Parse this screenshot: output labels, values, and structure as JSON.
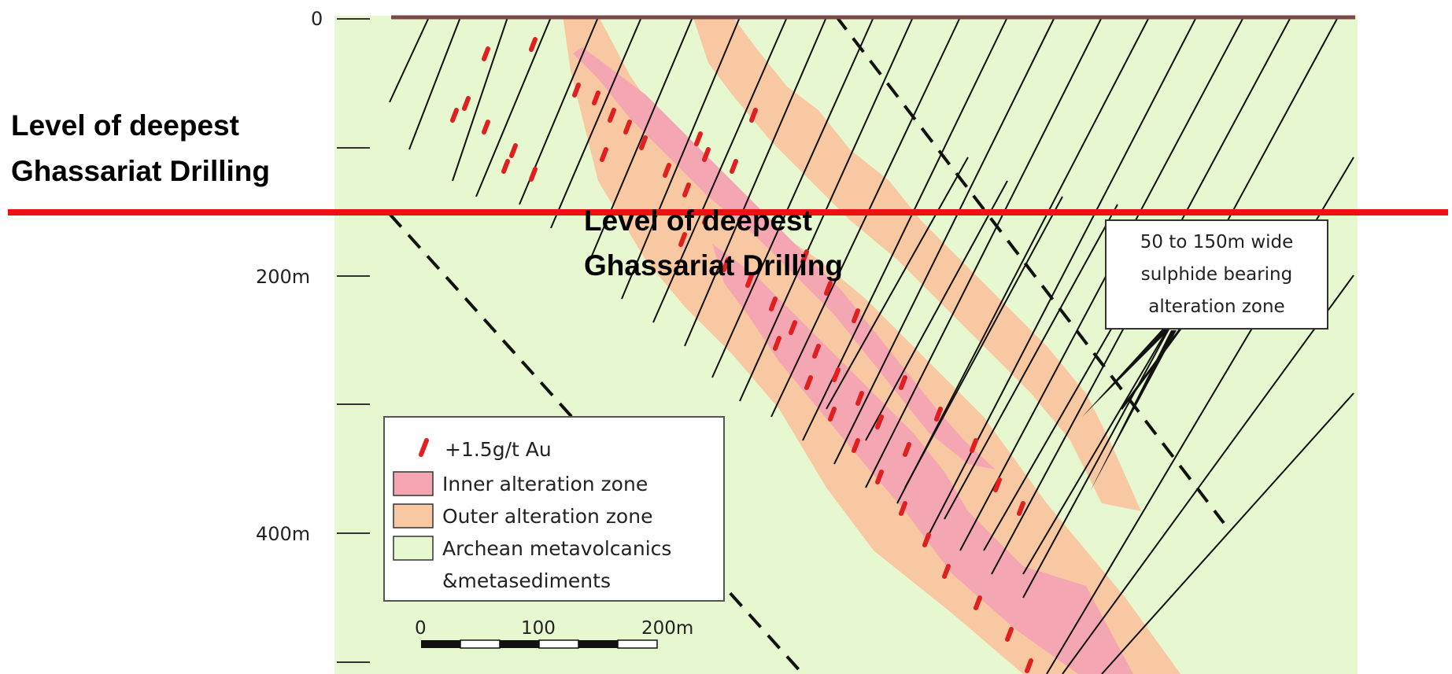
{
  "depth_axis": {
    "labels": [
      "0",
      "200m",
      "400m"
    ]
  },
  "overlay": {
    "level_label_line1": "Level of deepest",
    "level_label_line2": "Ghassariat Drilling",
    "level_line_color": "#ee1111"
  },
  "callout": {
    "line1": "50 to 150m wide",
    "line2": "sulphide bearing",
    "line3": "alteration zone"
  },
  "legend": {
    "items": [
      {
        "label": "+1.5g/t Au",
        "color": "#e02020",
        "symbol": "red-tick-icon"
      },
      {
        "label": "Inner alteration zone",
        "color": "#f4a7b2",
        "symbol": "swatch-icon"
      },
      {
        "label": "Outer alteration zone",
        "color": "#f8c8a3",
        "symbol": "swatch-icon"
      },
      {
        "label": "Archean metavolcanics",
        "label2": "&metasediments",
        "color": "#e7f7cf",
        "symbol": "swatch-icon"
      }
    ]
  },
  "scale_bar": {
    "labels": [
      "0",
      "100",
      "200m"
    ]
  },
  "colors": {
    "background_zone": "#e7f7cf",
    "outer_zone": "#f8c8a3",
    "inner_zone": "#f4a7b2",
    "gold_intercept": "#e02020",
    "surface_line": "#7a4a4a"
  }
}
